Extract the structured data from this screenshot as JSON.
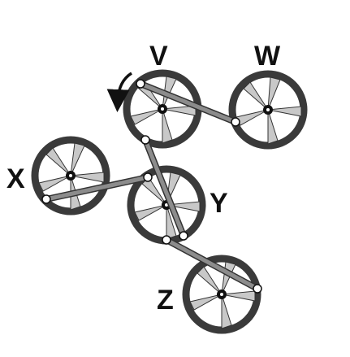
{
  "diagram": {
    "wheels": [
      {
        "id": "V",
        "label": "V"
      },
      {
        "id": "W",
        "label": "W"
      },
      {
        "id": "X",
        "label": "X"
      },
      {
        "id": "Y",
        "label": "Y"
      },
      {
        "id": "Z",
        "label": "Z"
      }
    ],
    "rotation_arrow": {
      "wheel": "V",
      "direction": "counterclockwise"
    },
    "rods": [
      {
        "from": "V",
        "to": "W"
      },
      {
        "from": "V",
        "to": "Y"
      },
      {
        "from": "X",
        "to": "Y"
      },
      {
        "from": "Y",
        "to": "Z"
      }
    ],
    "colors": {
      "rim": "#3a3a3a",
      "spoke": "#c8c8c8",
      "rod": "#8c8c8c",
      "hub": "#111111",
      "pin": "#ffffff",
      "label": "#111111"
    }
  }
}
